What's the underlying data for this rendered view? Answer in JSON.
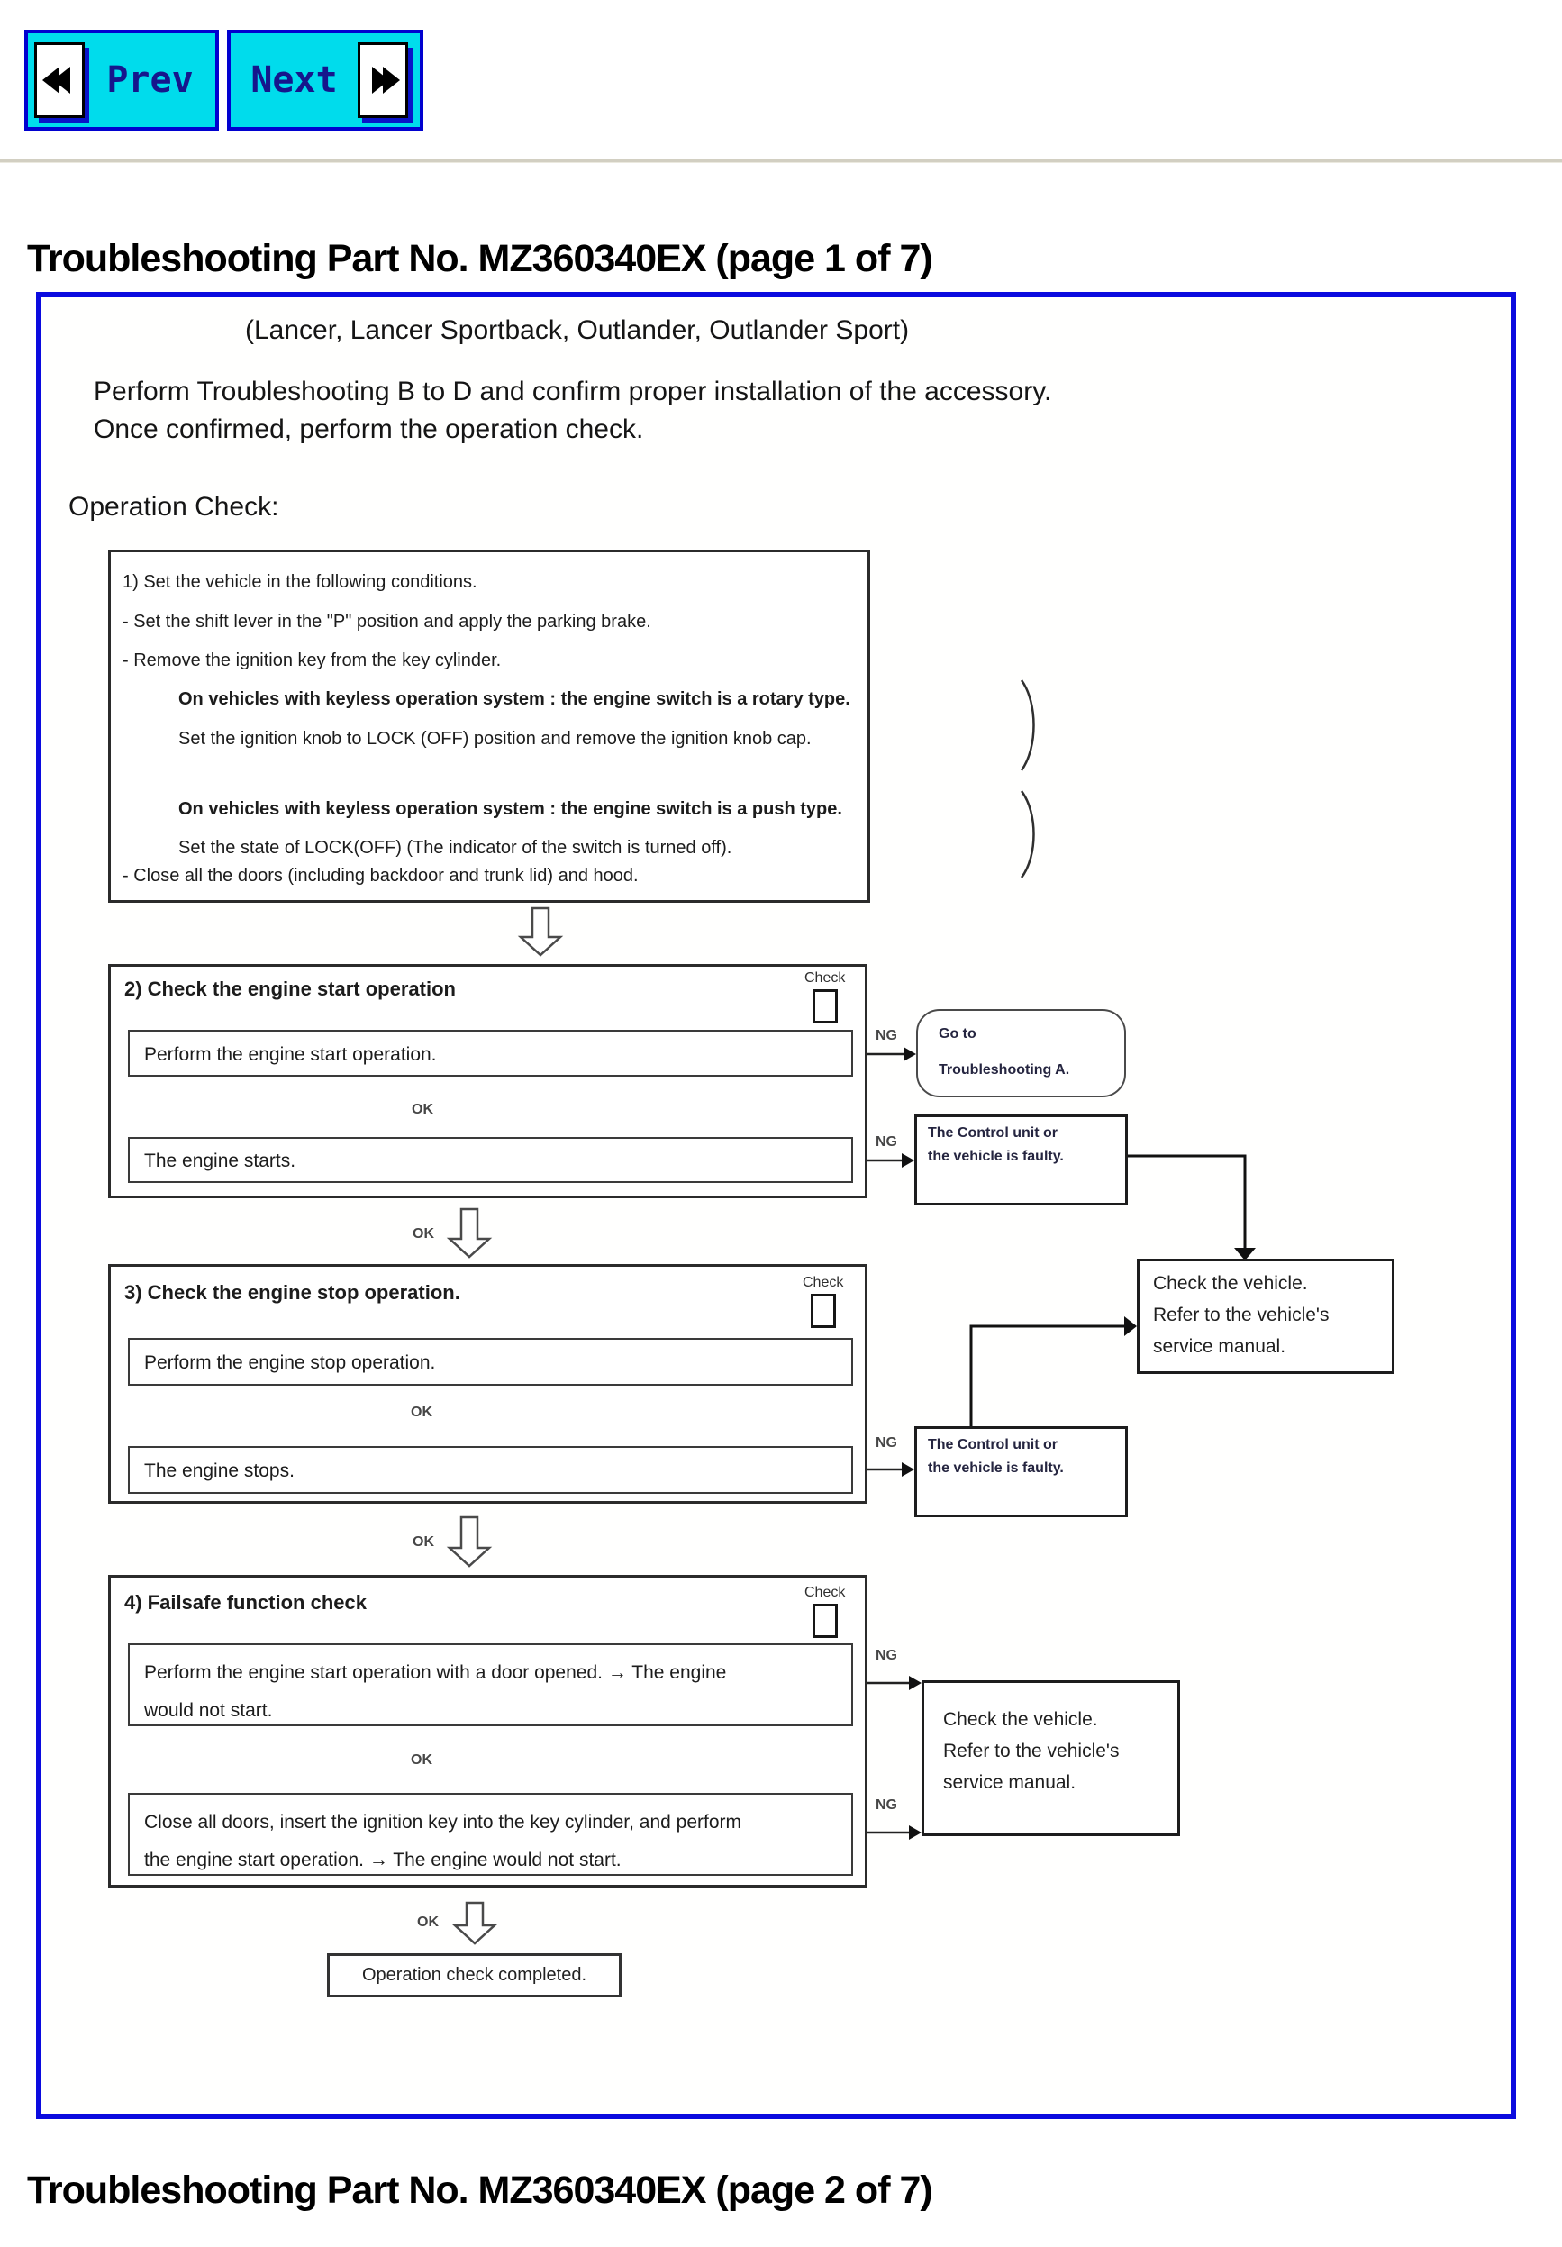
{
  "nav": {
    "prev": "Prev",
    "next": "Next"
  },
  "headings": {
    "page1": "Troubleshooting Part No. MZ360340EX (page 1 of 7)",
    "page2": "Troubleshooting Part No. MZ360340EX (page 2 of 7)"
  },
  "panel": {
    "vehicles": "(Lancer, Lancer Sportback, Outlander, Outlander Sport)",
    "intro_line1": "Perform Troubleshooting B to D and confirm proper installation of the accessory.",
    "intro_line2": "Once confirmed, perform the operation check.",
    "operation_check": "Operation Check:"
  },
  "flow": {
    "labels": {
      "ok": "OK",
      "ng": "NG",
      "check": "Check"
    },
    "step1": {
      "line1": "1) Set the vehicle in the following conditions.",
      "bullet1": "- Set the shift lever in the \"P\" position and apply the parking brake.",
      "bullet2": "- Remove the ignition key from the key cylinder.",
      "note1_line1": "On vehicles with keyless operation system : the engine switch is a rotary type.",
      "note1_line2": "Set the ignition knob to LOCK (OFF) position and remove the ignition knob cap.",
      "note2_line1": "On vehicles with keyless operation system : the engine switch is a push type.",
      "note2_line2": "Set the state of LOCK(OFF) (The indicator of the switch is turned off).",
      "bullet3": "- Close all the doors (including backdoor and trunk lid) and hood."
    },
    "step2": {
      "title": "2) Check the engine start operation",
      "action": "Perform the engine start operation.",
      "result": "The engine starts."
    },
    "step3": {
      "title": "3) Check the engine stop operation.",
      "action": "Perform the engine stop operation.",
      "result": "The engine stops."
    },
    "step4": {
      "title": "4) Failsafe function check",
      "action1_line1": "Perform the engine start operation with a door opened. → The engine",
      "action1_line2": "would not start.",
      "action2_line1": "Close all doors, insert the ignition key into the key cylinder, and perform",
      "action2_line2": "the engine start operation. → The engine would not start."
    },
    "outcomes": {
      "goto_line1": "Go to",
      "goto_line2": "Troubleshooting A.",
      "faulty_line1": "The Control unit or",
      "faulty_line2": "the vehicle is faulty.",
      "check_vehicle_line1": "Check the vehicle.",
      "check_vehicle_line2": "Refer to the vehicle's",
      "check_vehicle_line3": "service manual.",
      "completed": "Operation check completed."
    }
  },
  "colors": {
    "button_face": "#00dcec",
    "button_border": "#0101cf",
    "button_text": "#16168c",
    "panel_border": "#0b0bdf",
    "divider": "#d2cfc2"
  }
}
